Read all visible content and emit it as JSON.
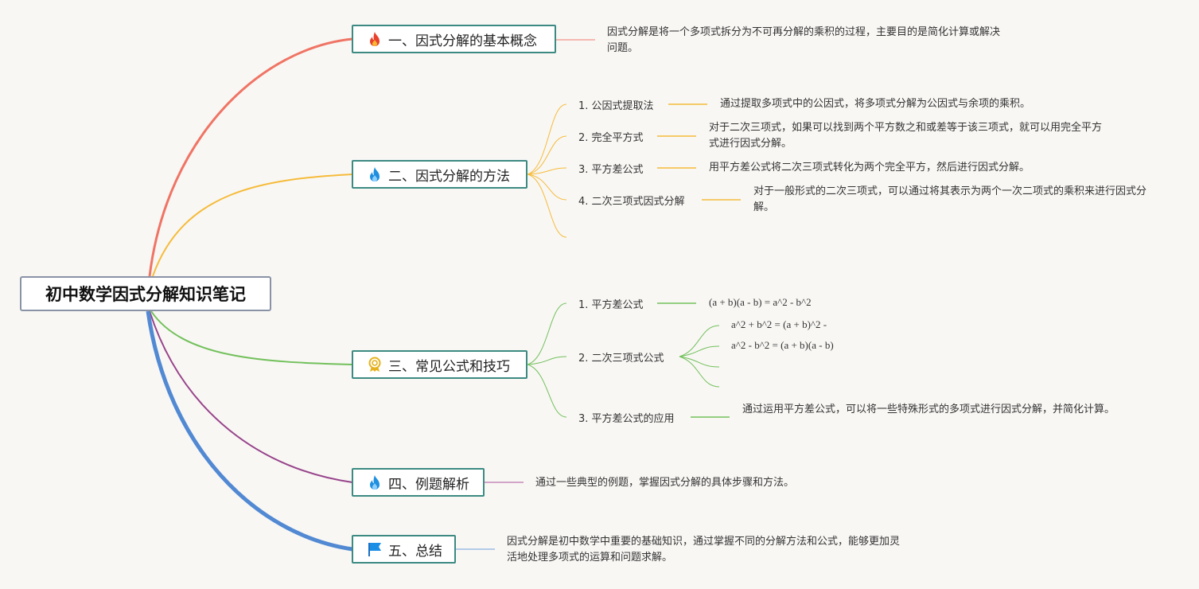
{
  "root": {
    "title": "初中数学因式分解知识笔记"
  },
  "colors": {
    "b1": "#f07464",
    "b2": "#f6bb3a",
    "b3": "#72c05a",
    "b4": "#97438a",
    "b5": "#5289d3"
  },
  "branches": {
    "b1": {
      "label": "一、因式分解的基本概念",
      "icon": "fire-icon",
      "note": "因式分解是将一个多项式拆分为不可再分解的乘积的过程，主要目的是简化计算或解决问题。"
    },
    "b2": {
      "label": "二、因式分解的方法",
      "icon": "blue-fire-icon",
      "items": [
        {
          "label": "1. 公因式提取法",
          "note": "通过提取多项式中的公因式，将多项式分解为公因式与余项的乘积。"
        },
        {
          "label": "2. 完全平方式",
          "note": "对于二次三项式，如果可以找到两个平方数之和或差等于该三项式，就可以用完全平方式进行因式分解。"
        },
        {
          "label": "3. 平方差公式",
          "note": "用平方差公式将二次三项式转化为两个完全平方，然后进行因式分解。"
        },
        {
          "label": "4. 二次三项式因式分解",
          "note": "对于一般形式的二次三项式，可以通过将其表示为两个一次二项式的乘积来进行因式分解。"
        }
      ]
    },
    "b3": {
      "label": "三、常见公式和技巧",
      "icon": "medal-icon",
      "items": [
        {
          "label": "1. 平方差公式",
          "formula": "(a + b)(a - b) = a^2 - b^2"
        },
        {
          "label": "2. 二次三项式公式",
          "formulas": [
            "a^2 + b^2 = (a + b)^2 -",
            "a^2 - b^2 = (a + b)(a - b)"
          ]
        },
        {
          "label": "3. 平方差公式的应用",
          "note": "通过运用平方差公式，可以将一些特殊形式的多项式进行因式分解，并简化计算。"
        }
      ]
    },
    "b4": {
      "label": "四、例题解析",
      "icon": "blue-fire-icon",
      "note": "通过一些典型的例题，掌握因式分解的具体步骤和方法。"
    },
    "b5": {
      "label": "五、总结",
      "icon": "flag-icon",
      "note": "因式分解是初中数学中重要的基础知识，通过掌握不同的分解方法和公式，能够更加灵活地处理多项式的运算和问题求解。"
    }
  }
}
